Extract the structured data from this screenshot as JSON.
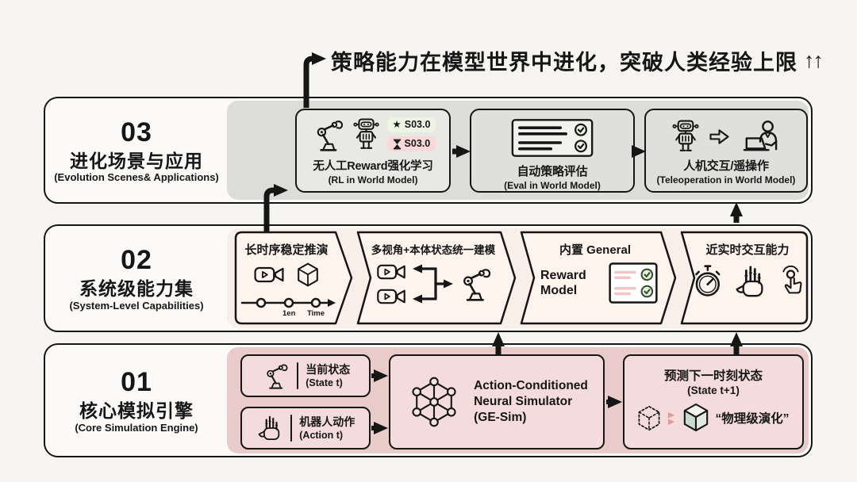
{
  "headline": {
    "text": "策略能力在模型世界中进化，突破人类经验上限",
    "arrows": "↑↑"
  },
  "layer3": {
    "number": "03",
    "title": "进化场景与应用",
    "subtitle": "(Evolution Scenes& Applications)",
    "boxes": {
      "rl": {
        "title": "无人工Reward强化学习",
        "subtitle": "(RL in World Model)",
        "badges": [
          {
            "icon": "star",
            "label": "S03.0",
            "bg": "#edf4e3"
          },
          {
            "icon": "hourglass",
            "label": "S03.0",
            "bg": "#f8d8d9"
          }
        ],
        "star_glyph": "★"
      },
      "eval": {
        "title": "自动策略评估",
        "subtitle": "(Eval in World Model)"
      },
      "teleop": {
        "title": "人机交互/遥操作",
        "subtitle": "(Teleoperation in World Model)"
      }
    }
  },
  "layer2": {
    "number": "02",
    "title": "系统级能力集",
    "subtitle": "(System-Level Capabilities)",
    "chevrons": [
      {
        "title": "长时序稳定推演",
        "tick1": "1en",
        "tick2": "Time"
      },
      {
        "title": "多视角+本体状态统一建模"
      },
      {
        "title_top": "内置 General",
        "title_left": "Reward Model"
      },
      {
        "title": "近实时交互能力"
      }
    ]
  },
  "layer1": {
    "number": "01",
    "title": "核心模拟引擎",
    "subtitle": "(Core Simulation Engine)",
    "boxes": {
      "state": {
        "title": "当前状态",
        "subtitle": "(State t)"
      },
      "action": {
        "title": "机器人动作",
        "subtitle": "(Action t)"
      },
      "simulator": {
        "line1": "Action-Conditioned",
        "line2": "Neural Simulator",
        "line3": "(GE-Sim)"
      },
      "next_state": {
        "title": "预测下一时刻状态",
        "subtitle": "(State t+1)",
        "quote": "“物理级演化”"
      }
    }
  },
  "colors": {
    "ink": "#161616",
    "band_fill": "#fbfaf8",
    "panel_gray": "#dcdcd9",
    "panel_pink_light": "#f9efe9",
    "panel_pink_dark": "#e9cbca",
    "box_pink": "#f3dcdb",
    "chevron_fill": "#fdf4ee",
    "badge_green": "#edf4e3",
    "badge_pink": "#f8d8d9"
  }
}
